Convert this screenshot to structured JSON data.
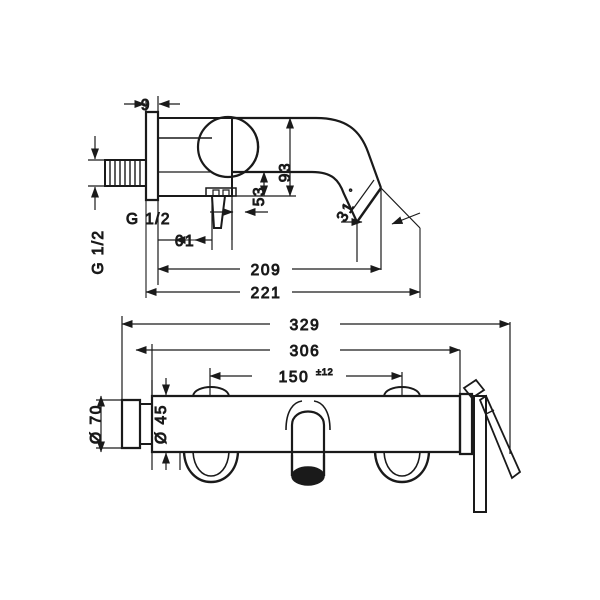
{
  "drawing": {
    "type": "technical-dimensional-drawing",
    "subject": "wall-mounted single-lever bath mixer",
    "views": [
      {
        "name": "side-view",
        "position": "top"
      },
      {
        "name": "front-view",
        "position": "bottom"
      }
    ],
    "line_color": "#1a1a1a",
    "background_color": "#ffffff"
  },
  "side_view": {
    "dimensions": {
      "flange_thickness": "9",
      "height_to_spout_top": "93",
      "height_to_lever": "53",
      "body_length": "61",
      "reach_inner": "209",
      "reach_outer": "221",
      "spout_angle": "31"
    },
    "degree_symbol": "°",
    "labels": {
      "inlet_vertical": "G 1/2",
      "inlet_horizontal": "G 1/2"
    }
  },
  "front_view": {
    "dimensions": {
      "overall_width": "329",
      "body_width": "306",
      "handle_centers": "150",
      "handle_centers_tolerance": "±12",
      "flange_diameter": "Ø 70",
      "body_diameter": "Ø 45"
    }
  }
}
